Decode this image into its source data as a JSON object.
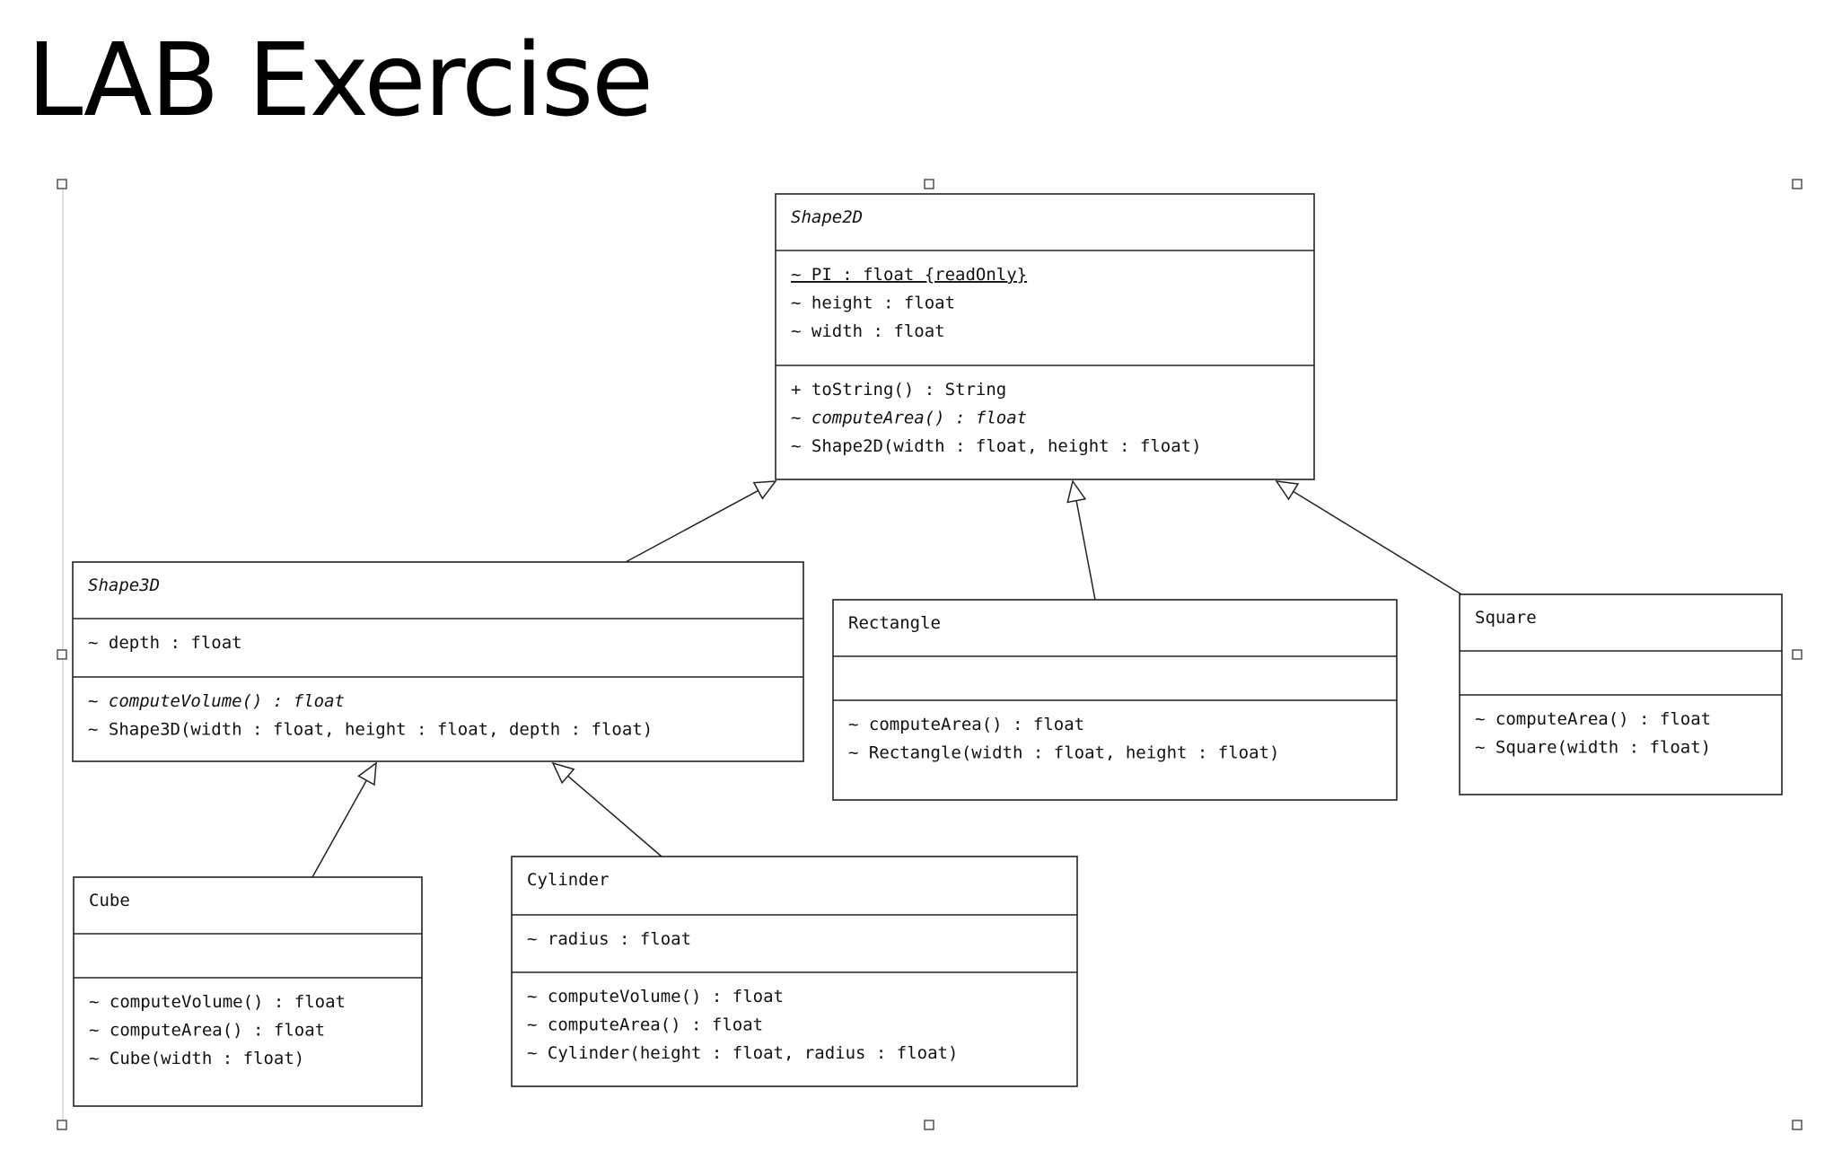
{
  "slide": {
    "title": "LAB Exercise"
  },
  "classes": [
    {
      "id": "shape2d",
      "name": "Shape2D",
      "abstract": true,
      "attributes": [
        {
          "text": "~ PI : float {readOnly}",
          "underline": true
        },
        {
          "text": "~ height : float"
        },
        {
          "text": "~ width : float"
        }
      ],
      "methods": [
        {
          "text": "+ toString() : String"
        },
        {
          "text": "~ computeArea() : float",
          "italic": true
        },
        {
          "text": "~ Shape2D(width : float, height : float)"
        }
      ]
    },
    {
      "id": "shape3d",
      "name": "Shape3D",
      "abstract": true,
      "attributes": [
        {
          "text": "~ depth : float"
        }
      ],
      "methods": [
        {
          "text": "~ computeVolume() : float",
          "italic": true
        },
        {
          "text": "~ Shape3D(width : float, height : float, depth : float)"
        }
      ]
    },
    {
      "id": "rectangle",
      "name": "Rectangle",
      "abstract": false,
      "attributes": [],
      "methods": [
        {
          "text": "~ computeArea() : float"
        },
        {
          "text": "~ Rectangle(width : float, height : float)"
        }
      ]
    },
    {
      "id": "square",
      "name": "Square",
      "abstract": false,
      "attributes": [],
      "methods": [
        {
          "text": "~ computeArea() : float"
        },
        {
          "text": "~ Square(width : float)"
        }
      ]
    },
    {
      "id": "cube",
      "name": "Cube",
      "abstract": false,
      "attributes": [],
      "methods": [
        {
          "text": "~ computeVolume() : float"
        },
        {
          "text": "~ computeArea() : float"
        },
        {
          "text": "~ Cube(width : float)"
        }
      ]
    },
    {
      "id": "cylinder",
      "name": "Cylinder",
      "abstract": false,
      "attributes": [
        {
          "text": "~ radius : float"
        }
      ],
      "methods": [
        {
          "text": "~ computeVolume() : float"
        },
        {
          "text": "~ computeArea() : float"
        },
        {
          "text": "~ Cylinder(height : float, radius : float)"
        }
      ]
    }
  ],
  "generalizations": [
    {
      "from": "shape3d",
      "to": "shape2d"
    },
    {
      "from": "rectangle",
      "to": "shape2d"
    },
    {
      "from": "square",
      "to": "shape2d"
    },
    {
      "from": "cube",
      "to": "shape3d"
    },
    {
      "from": "cylinder",
      "to": "shape3d"
    }
  ]
}
